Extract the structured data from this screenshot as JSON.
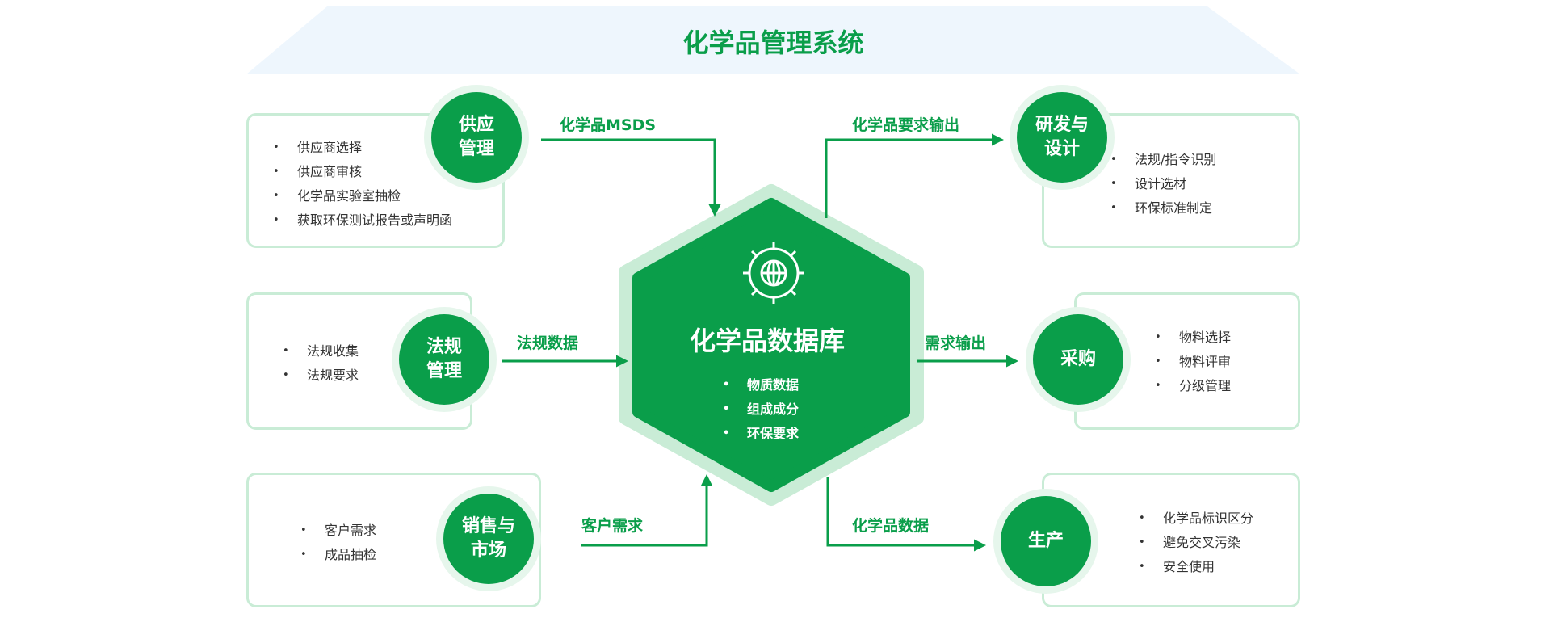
{
  "title": "化学品管理系统",
  "center": {
    "title": "化学品数据库",
    "items": [
      "物质数据",
      "组成成分",
      "环保要求"
    ]
  },
  "nodes": {
    "supply": {
      "label": "供应\n管理",
      "items": [
        "供应商选择",
        "供应商审核",
        "化学品实验室抽检",
        "获取环保测试报告或声明函"
      ]
    },
    "regulation": {
      "label": "法规\n管理",
      "items": [
        "法规收集",
        "法规要求"
      ]
    },
    "sales": {
      "label": "销售与\n市场",
      "items": [
        "客户需求",
        "成品抽检"
      ]
    },
    "rnd": {
      "label": "研发与\n设计",
      "items": [
        "法规/指令识别",
        "设计选材",
        "环保标准制定"
      ]
    },
    "purchase": {
      "label": "采购",
      "items": [
        "物料选择",
        "物料评审",
        "分级管理"
      ]
    },
    "production": {
      "label": "生产",
      "items": [
        "化学品标识区分",
        "避免交叉污染",
        "安全使用"
      ]
    }
  },
  "flows": {
    "msds": "化学品MSDS",
    "regulation_data": "法规数据",
    "customer_demand": "客户需求",
    "requirement_output": "化学品要求输出",
    "demand_output": "需求输出",
    "chemical_data": "化学品数据"
  },
  "colors": {
    "primary_green": "#0a9e4a",
    "light_green": "#c9ecd6",
    "banner_blue": "#eef6fd"
  },
  "icons": {
    "center": "gear-globe-icon"
  }
}
